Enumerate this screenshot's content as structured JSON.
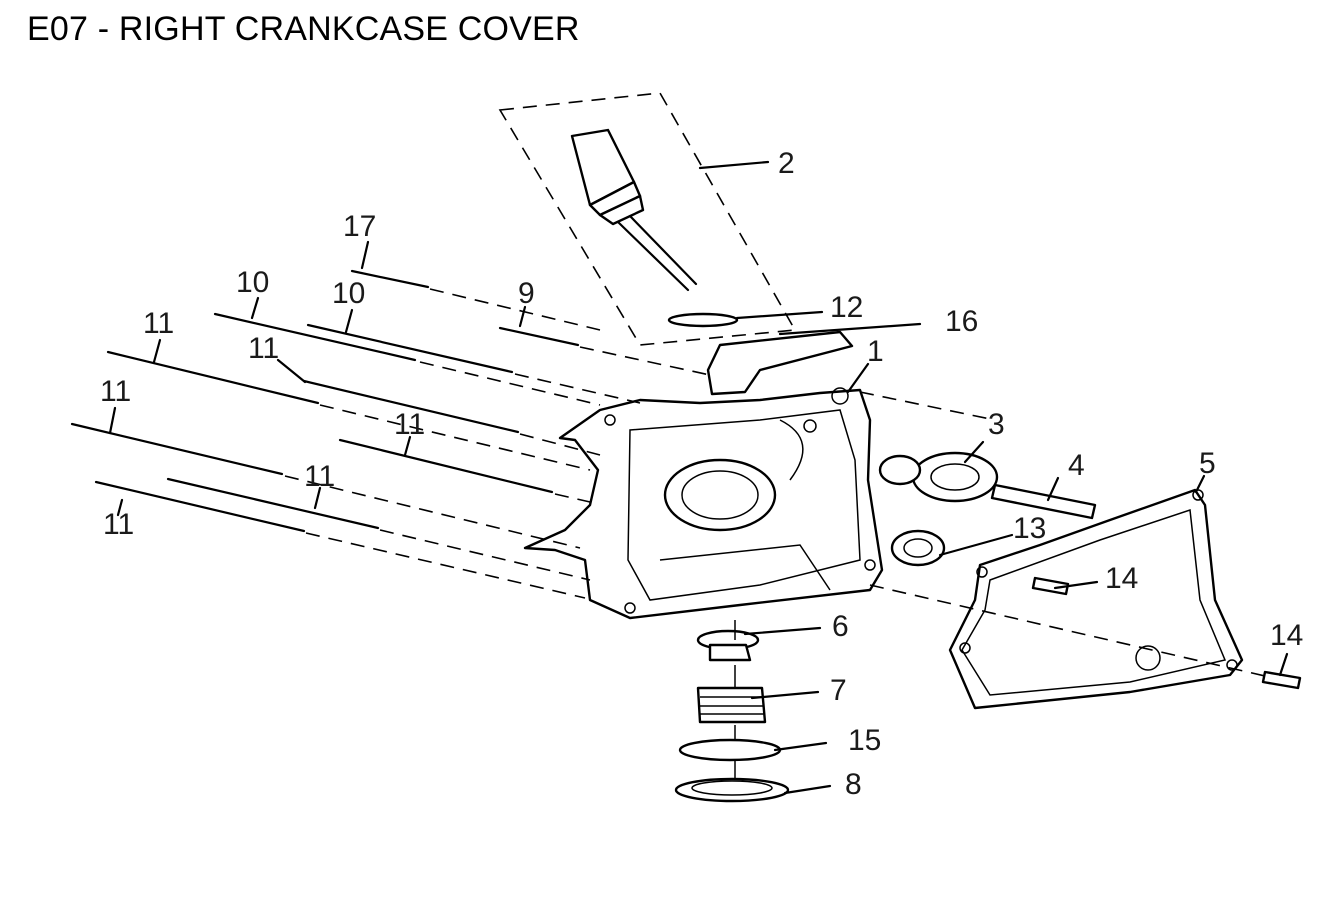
{
  "title": "E07 - RIGHT CRANKCASE COVER",
  "callouts": {
    "c1": "1",
    "c2": "2",
    "c3": "3",
    "c4": "4",
    "c5": "5",
    "c6": "6",
    "c7": "7",
    "c8": "8",
    "c9": "9",
    "c10a": "10",
    "c10b": "10",
    "c11a": "11",
    "c11b": "11",
    "c11c": "11",
    "c11d": "11",
    "c11e": "11",
    "c11f": "11",
    "c12": "12",
    "c13": "13",
    "c14a": "14",
    "c14b": "14",
    "c15": "15",
    "c16": "16",
    "c17": "17"
  }
}
